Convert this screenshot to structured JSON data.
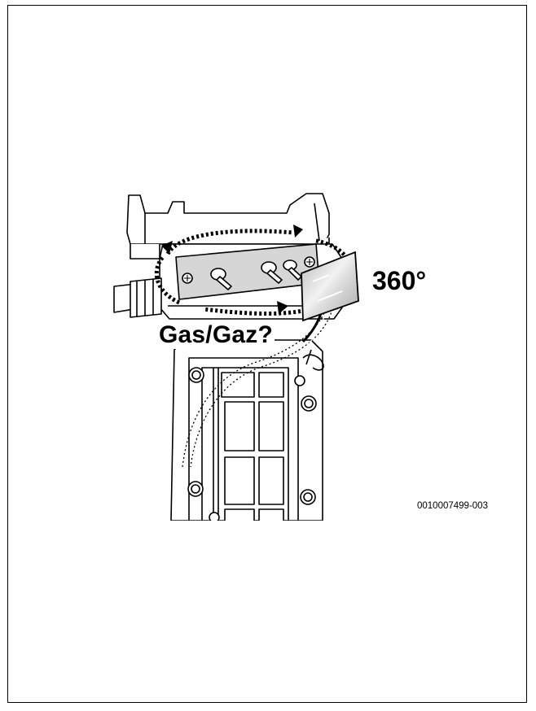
{
  "figure": {
    "label_360": "360°",
    "label_gas": "Gas/Gaz?",
    "reference_code": "0010007499-003"
  },
  "colors": {
    "stroke": "#000000",
    "plate_fill": "#d6d6d6",
    "mirror_fill": "#c8c8c8",
    "background": "#ffffff"
  },
  "icons": [
    "rotation-arrow-icon",
    "inspection-mirror-icon",
    "gas-pipe-icon",
    "burner-nozzle-icon"
  ]
}
